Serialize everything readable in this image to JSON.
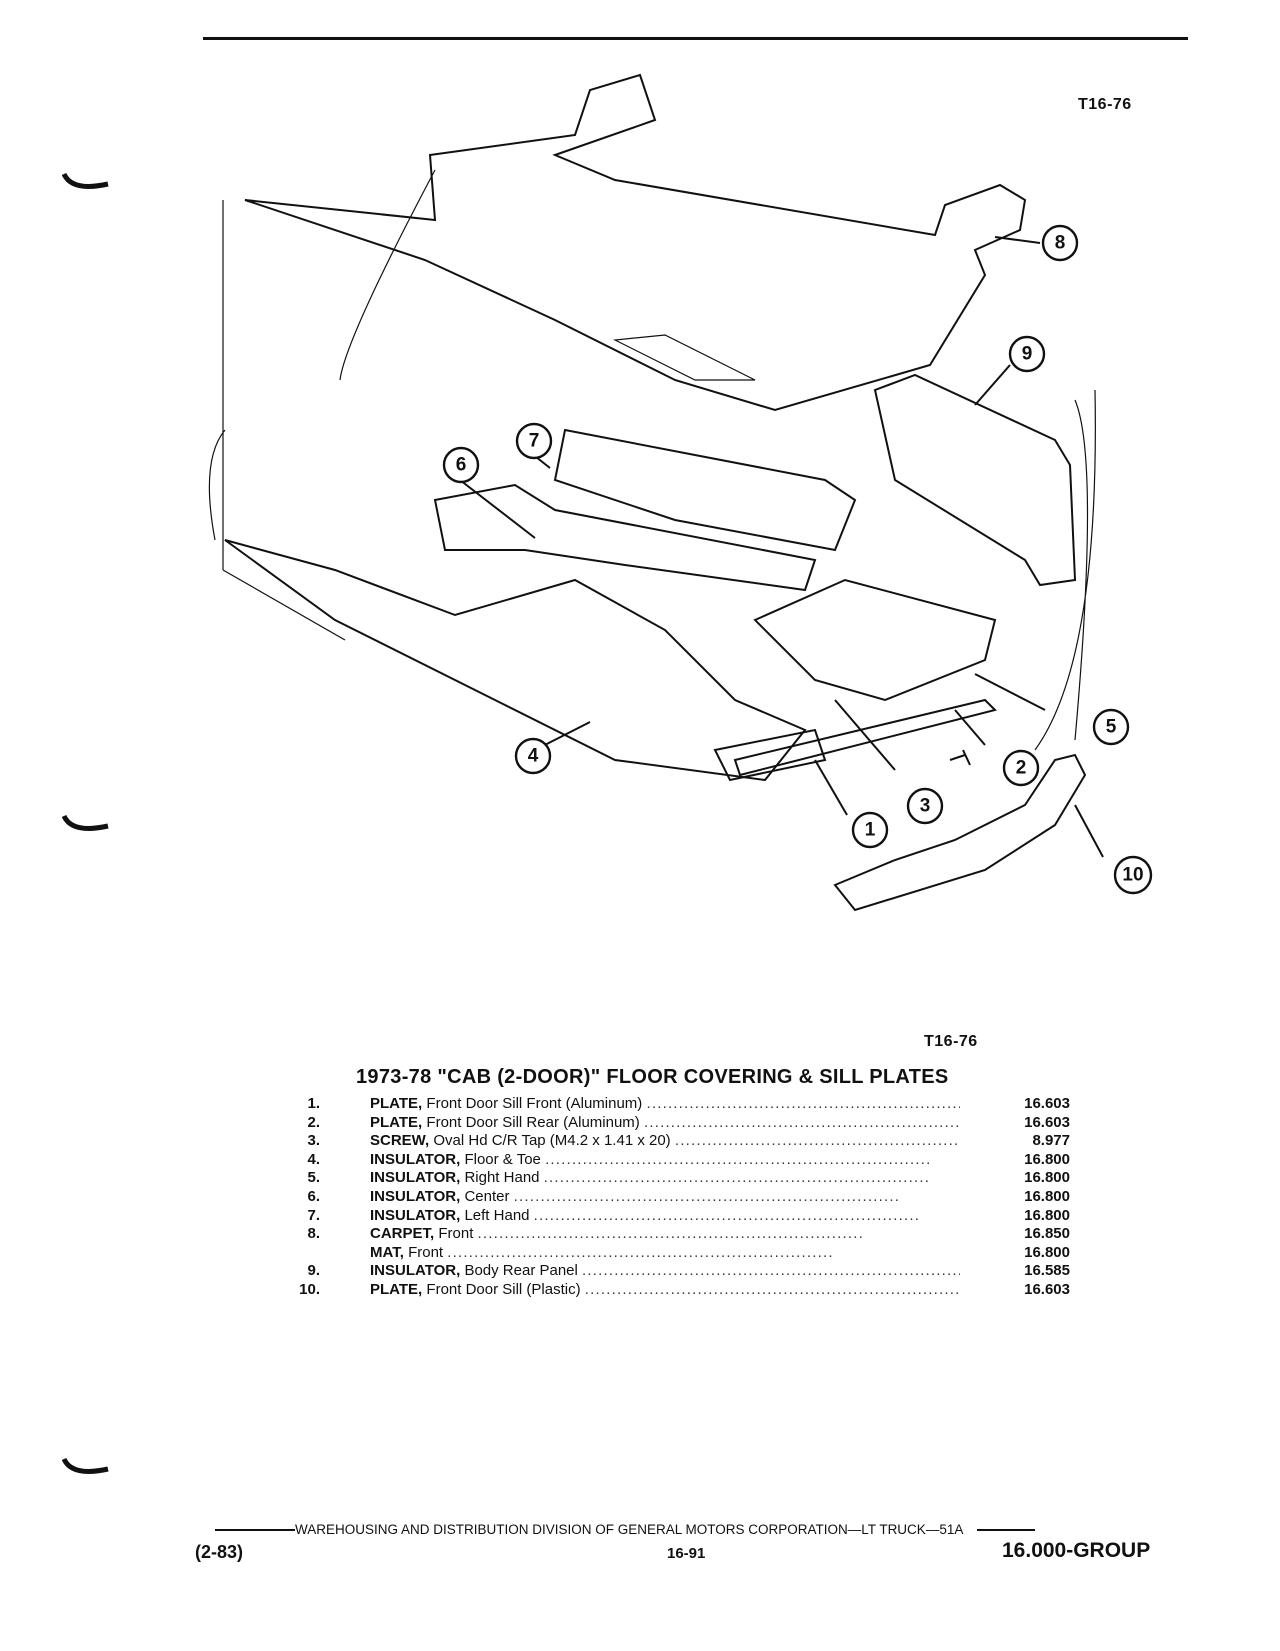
{
  "figure_code": "T16-76",
  "figure_code_bottom": "T16-76",
  "title": "1973-78 \"CAB (2-DOOR)\" FLOOR COVERING & SILL PLATES",
  "callouts": [
    "1",
    "2",
    "3",
    "4",
    "5",
    "6",
    "7",
    "8",
    "9",
    "10"
  ],
  "parts": [
    {
      "num": "1.",
      "name": "PLATE,",
      "desc": "Front Door Sill Front (Aluminum)",
      "group": "16.603"
    },
    {
      "num": "2.",
      "name": "PLATE,",
      "desc": "Front Door Sill Rear (Aluminum)",
      "group": "16.603"
    },
    {
      "num": "3.",
      "name": "SCREW,",
      "desc": "Oval Hd C/R Tap (M4.2 x 1.41 x 20)",
      "group": "8.977"
    },
    {
      "num": "4.",
      "name": "INSULATOR,",
      "desc": "Floor & Toe",
      "group": "16.800"
    },
    {
      "num": "5.",
      "name": "INSULATOR,",
      "desc": "Right Hand",
      "group": "16.800"
    },
    {
      "num": "6.",
      "name": "INSULATOR,",
      "desc": "Center",
      "group": "16.800"
    },
    {
      "num": "7.",
      "name": "INSULATOR,",
      "desc": "Left Hand",
      "group": "16.800"
    },
    {
      "num": "8.",
      "name": "CARPET,",
      "desc": "Front",
      "group": "16.850"
    },
    {
      "num": "",
      "name": "MAT,",
      "desc": "Front",
      "group": "16.800"
    },
    {
      "num": "9.",
      "name": "INSULATOR,",
      "desc": "Body Rear Panel",
      "group": "16.585"
    },
    {
      "num": "10.",
      "name": "PLATE,",
      "desc": "Front Door Sill (Plastic)",
      "group": "16.603"
    }
  ],
  "footer": {
    "division": "WAREHOUSING AND DISTRIBUTION  DIVISION OF GENERAL MOTORS CORPORATION—LT TRUCK—51A",
    "date": "(2-83)",
    "page": "16-91",
    "group": "16.000-GROUP"
  }
}
